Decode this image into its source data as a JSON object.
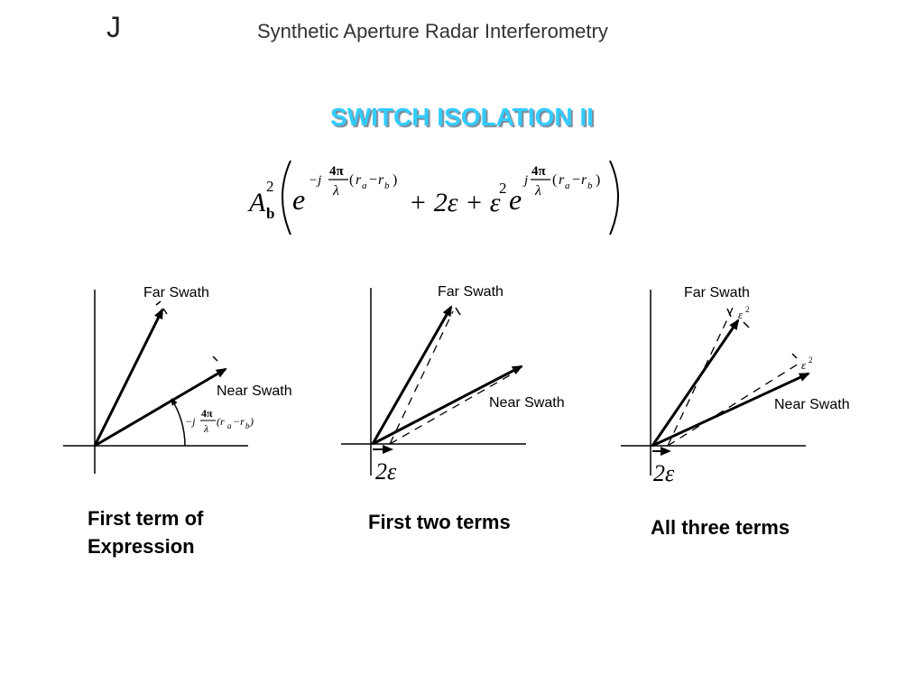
{
  "header": {
    "mark": "J",
    "title": "Synthetic Aperture Radar Interferometry"
  },
  "slide": {
    "title": "SWITCH ISOLATION II",
    "title_color": "#33ccff"
  },
  "equation": {
    "amp": "A",
    "amp_sub": "b",
    "amp_sup": "2",
    "e1": "e",
    "exp1_prefix": "−j",
    "frac_num": "4π",
    "frac_den": "λ",
    "paren_open": "(",
    "r_a": "r",
    "r_a_sub": "a",
    "minus": "−",
    "r_b": "r",
    "r_b_sub": "b",
    "paren_close": ")",
    "middle": "+ 2ε + ε",
    "eps_sup": "2",
    "e2": "e",
    "exp2_prefix": "j"
  },
  "diagrams": [
    {
      "far_label": "Far Swath",
      "near_label": "Near Swath",
      "angle_prefix": "−j",
      "angle_num": "4π",
      "angle_den": "λ",
      "angle_open": "(r",
      "angle_ra_sub": "a",
      "angle_minus": "−r",
      "angle_rb_sub": "b",
      "angle_close": ")",
      "caption_line1": "First term of",
      "caption_line2": "Expression"
    },
    {
      "far_label": "Far Swath",
      "near_label": "Near Swath",
      "offset_label": "2ε",
      "caption": "First two terms"
    },
    {
      "far_label": "Far Swath",
      "near_label": "Near Swath",
      "offset_label": "2ε",
      "eps_far": "ε",
      "eps_far_sup": "2",
      "eps_near": "ε",
      "eps_near_sup": "2",
      "caption": "All three terms"
    }
  ]
}
